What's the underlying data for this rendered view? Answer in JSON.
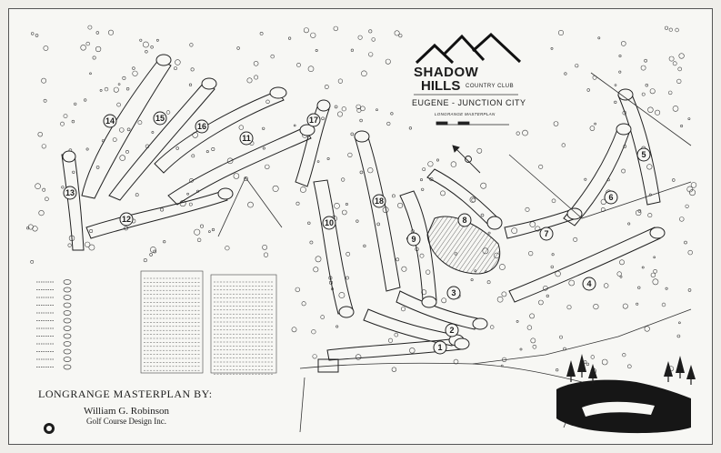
{
  "header": {
    "club_name_line1": "SHADOW",
    "club_name_line2": "HILLS",
    "club_name_suffix": "COUNTRY CLUB",
    "location": "EUGENE - JUNCTION CITY",
    "subtitle": "LONGRANGE MASTERPLAN"
  },
  "credits": {
    "title": "LONGRANGE MASTERPLAN BY:",
    "designer": "William G. Robinson",
    "firm": "Golf Course Design Inc."
  },
  "holes": [
    {
      "number": "1"
    },
    {
      "number": "2"
    },
    {
      "number": "3"
    },
    {
      "number": "4"
    },
    {
      "number": "5"
    },
    {
      "number": "6"
    },
    {
      "number": "7"
    },
    {
      "number": "8"
    },
    {
      "number": "9"
    },
    {
      "number": "10"
    },
    {
      "number": "11"
    },
    {
      "number": "12"
    },
    {
      "number": "13"
    },
    {
      "number": "14"
    },
    {
      "number": "15"
    },
    {
      "number": "16"
    },
    {
      "number": "17"
    },
    {
      "number": "18"
    }
  ],
  "colors": {
    "ink": "#1c1c1c",
    "paper": "#f7f7f4",
    "water": "#1a1a1a"
  },
  "icons": [
    "mountain-logo-icon",
    "north-arrow-icon",
    "tree-icon",
    "firm-seal-icon"
  ]
}
